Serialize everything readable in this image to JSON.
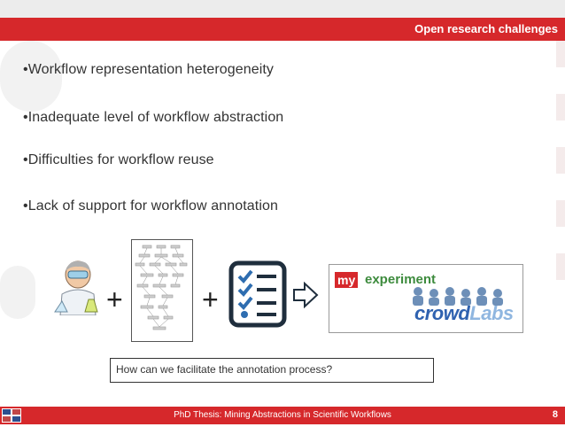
{
  "header": {
    "title": "Open research challenges"
  },
  "bullets": [
    "•Workflow representation heterogeneity",
    "•Inadequate level of workflow abstraction",
    "•Difficulties for workflow reuse",
    "•Lack of support for workflow annotation"
  ],
  "figure": {
    "plus_sign": "+",
    "platforms": {
      "myexperiment_prefix": "my",
      "myexperiment_suffix": "experiment",
      "crowdlabs_prefix": "crowd",
      "crowdlabs_suffix": "Labs"
    },
    "question": "How can we facilitate the annotation process?"
  },
  "footer": {
    "text": "PhD Thesis: Mining Abstractions in Scientific Workflows",
    "page_number": "8"
  },
  "colors": {
    "accent": "#d6282b",
    "myexperiment_green": "#3d8b3d",
    "crowdlabs_blue": "#2f62b0"
  },
  "icons": [
    "scientist-icon",
    "workflow-graph-icon",
    "checklist-icon",
    "arrow-right-icon",
    "university-logo-icon"
  ]
}
